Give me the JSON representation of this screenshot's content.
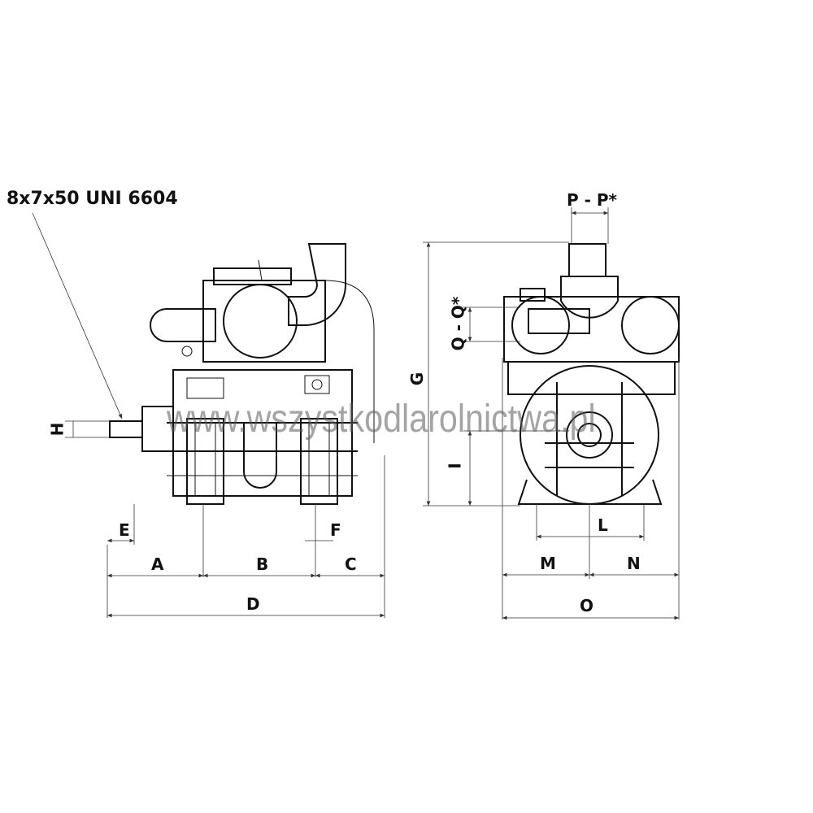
{
  "key_spec": "8x7x50 UNI 6604",
  "watermark": "www.wszystkodlarolnictwa.pl",
  "dimensions": {
    "A": "A",
    "B": "B",
    "C": "C",
    "D": "D",
    "E": "E",
    "F": "F",
    "G": "G",
    "H": "H",
    "I": "I",
    "L": "L",
    "M": "M",
    "N": "N",
    "O": "O",
    "PP": "P - P*",
    "QQ": "Q - Q*"
  }
}
